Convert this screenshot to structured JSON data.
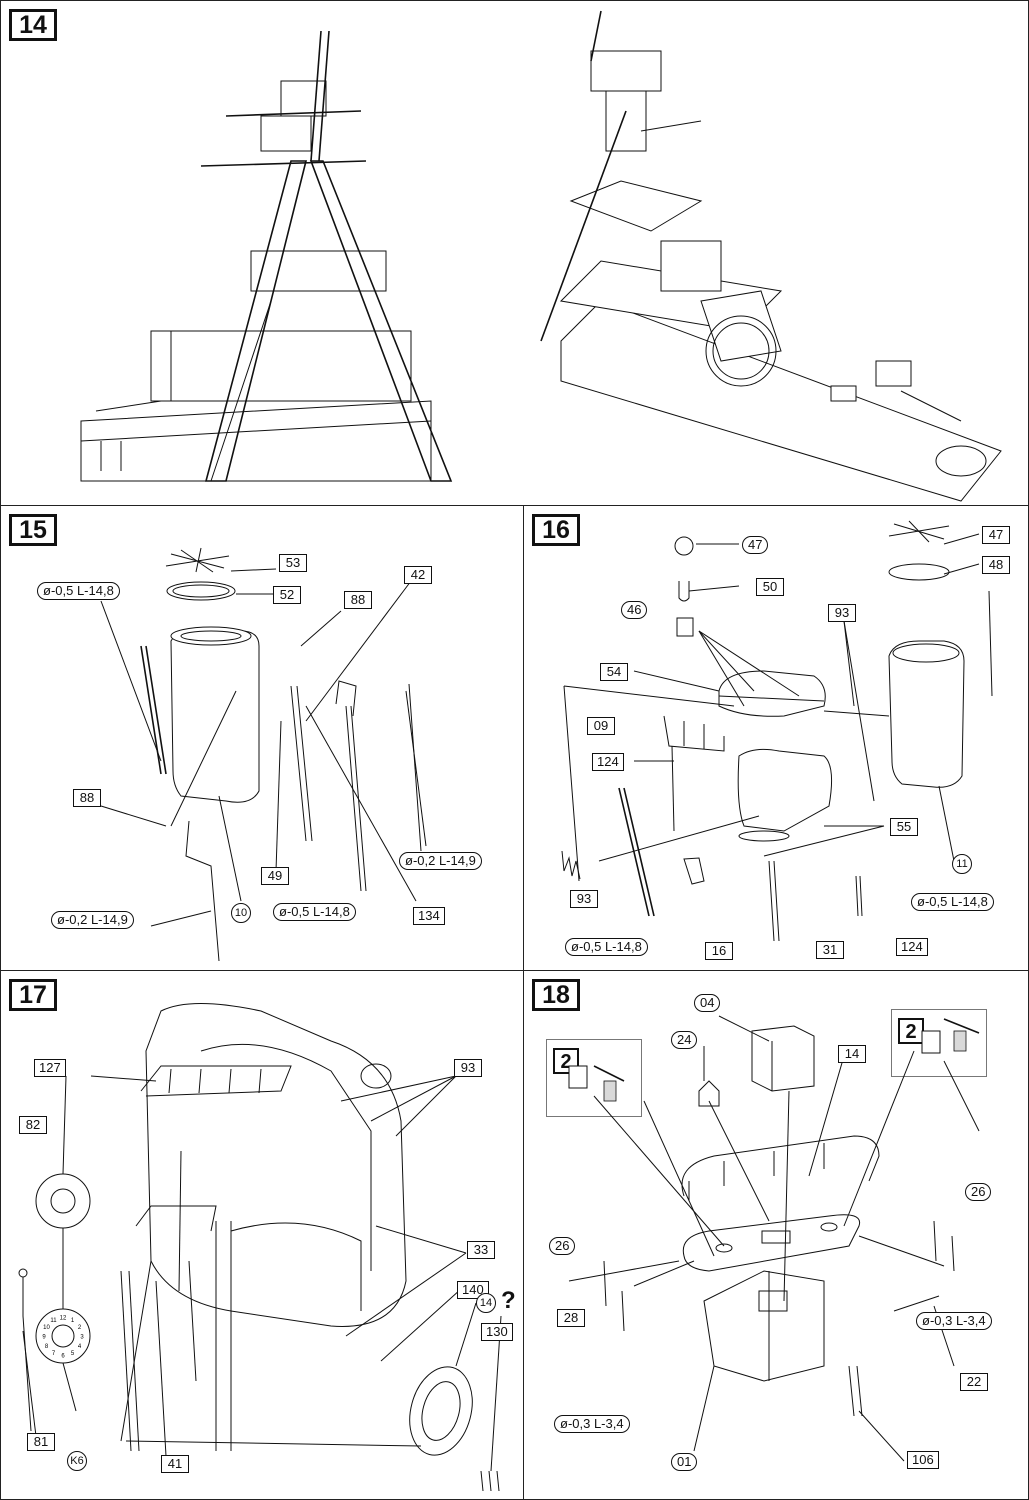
{
  "steps": {
    "s14": "14",
    "s15": "15",
    "s16": "16",
    "s17": "17",
    "s18": "18"
  },
  "step15": {
    "labels": {
      "l53": "53",
      "l52": "52",
      "wire_a": "ø-0,5 L-14,8",
      "l88_top": "88",
      "l42": "42",
      "l88_left": "88",
      "l49": "49",
      "wire_b": "ø-0,5 L-14,8",
      "wire_c": "ø-0,2 L-14,9",
      "l10": "10",
      "wire_d": "ø-0,2 L-14,9",
      "l134": "134"
    }
  },
  "step16": {
    "labels": {
      "l47a": "47",
      "l50": "50",
      "l46": "46",
      "l54": "54",
      "l09": "09",
      "l124a": "124",
      "l93a": "93",
      "l47b": "47",
      "l48": "48",
      "l55": "55",
      "l11": "11",
      "wire_a": "ø-0,5 L-14,8",
      "l93b": "93",
      "wire_b": "ø-0,5 L-14,8",
      "l16": "16",
      "l31": "31",
      "l124b": "124"
    }
  },
  "step17": {
    "labels": {
      "l127": "127",
      "l93": "93",
      "l82": "82",
      "l33": "33",
      "l140": "140",
      "l14": "14",
      "question": "?",
      "l130": "130",
      "l81": "81",
      "lK6": "K6",
      "l41": "41"
    },
    "dial_numbers": [
      "1",
      "2",
      "3",
      "4",
      "5",
      "6",
      "7",
      "8",
      "9",
      "10",
      "11",
      "12"
    ]
  },
  "step18": {
    "labels": {
      "l04": "04",
      "l24": "24",
      "l14": "14",
      "inset_a": "2",
      "inset_b": "2",
      "l26a": "26",
      "l26b": "26",
      "l28": "28",
      "wire_a": "ø-0,3 L-3,4",
      "wire_b": "ø-0,3 L-3,4",
      "l22": "22",
      "l01": "01",
      "l106": "106"
    }
  }
}
